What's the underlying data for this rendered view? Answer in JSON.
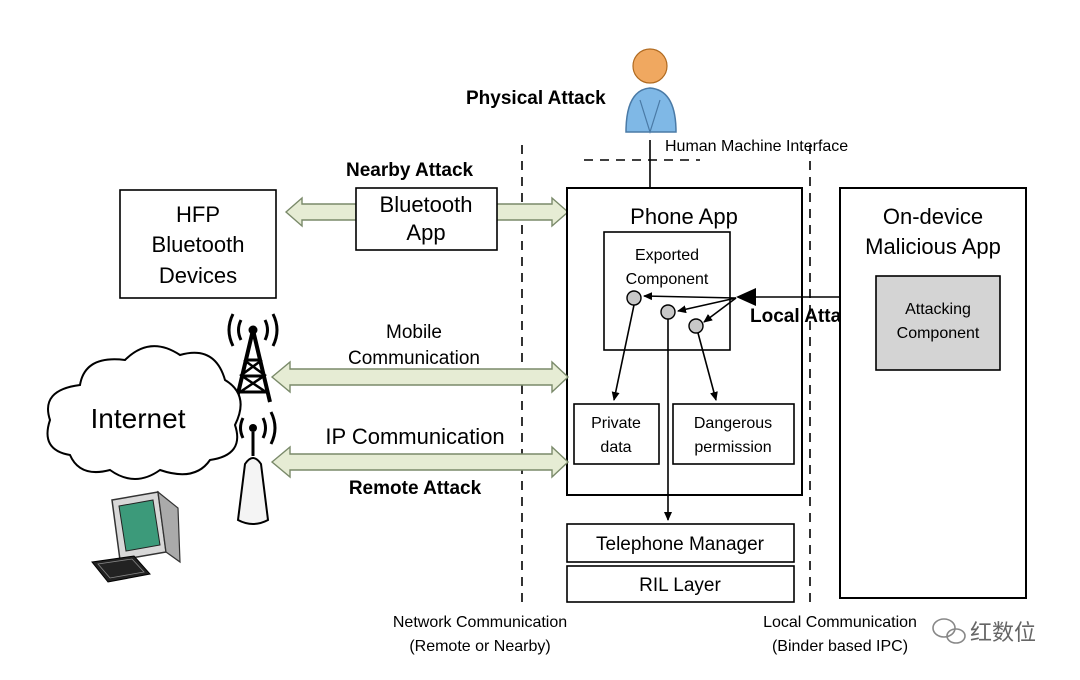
{
  "labels": {
    "physical_attack": "Physical Attack",
    "hmi": "Human Machine Interface",
    "nearby_attack": "Nearby Attack",
    "bluetooth_app_1": "Bluetooth",
    "bluetooth_app_2": "App",
    "hfp_1": "HFP",
    "hfp_2": "Bluetooth",
    "hfp_3": "Devices",
    "phone_app": "Phone App",
    "exported_1": "Exported",
    "exported_2": "Component",
    "private_1": "Private",
    "private_2": "data",
    "dangerous_1": "Dangerous",
    "dangerous_2": "permission",
    "ondevice_1": "On-device",
    "ondevice_2": "Malicious App",
    "attacking_1": "Attacking",
    "attacking_2": "Component",
    "local_attack": "Local Attack",
    "mobile_1": "Mobile",
    "mobile_2": "Communication",
    "ip_comm": "IP Communication",
    "remote_attack": "Remote Attack",
    "internet": "Internet",
    "telephone_manager": "Telephone Manager",
    "ril_layer": "RIL Layer",
    "network_comm_1": "Network Communication",
    "network_comm_2": "(Remote or Nearby)",
    "local_comm_1": "Local Communication",
    "local_comm_2": "(Binder based IPC)",
    "watermark": "红数位"
  },
  "colors": {
    "pipe_fill": "#e6ecd4",
    "attacking_fill": "#d4d4d4",
    "person_shirt": "#7fb8e6",
    "person_head": "#f0a860"
  }
}
